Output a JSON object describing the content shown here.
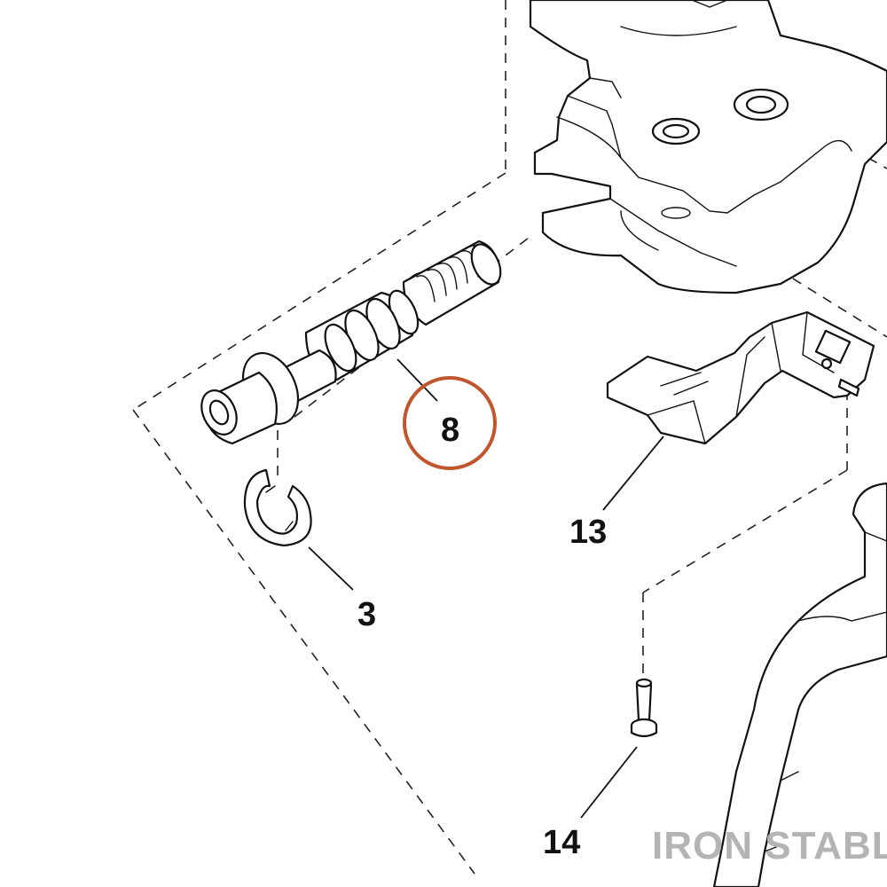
{
  "diagram": {
    "callouts": [
      {
        "id": "3",
        "label": "3"
      },
      {
        "id": "8",
        "label": "8",
        "highlighted": true
      },
      {
        "id": "13",
        "label": "13"
      },
      {
        "id": "14",
        "label": "14"
      }
    ],
    "highlight_color": "#c0552e",
    "watermark": "IRON STABLE"
  }
}
